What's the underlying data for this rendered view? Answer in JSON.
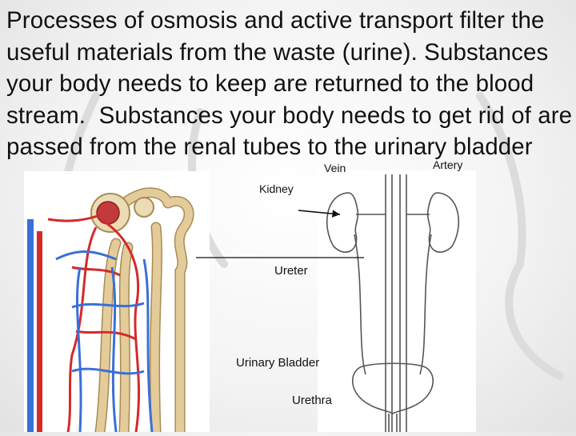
{
  "slide": {
    "paragraph": "Processes of osmosis and active transport filter the useful materials from the waste (urine). Substances your body needs to keep are returned to the blood stream.  Substances your body needs to get rid of are passed from the renal tubes to the urinary bladder"
  },
  "diagram": {
    "labels": {
      "vein": "Vein",
      "artery": "Artery",
      "kidney": "Kidney",
      "ureter": "Ureter",
      "bladder": "Urinary Bladder",
      "urethra": "Urethra"
    },
    "colors": {
      "vein": "#3a6fd8",
      "artery": "#d42a2a",
      "tubule": "#e3cc9a",
      "tubule_outline": "#a88a55",
      "outline": "#555555"
    }
  }
}
